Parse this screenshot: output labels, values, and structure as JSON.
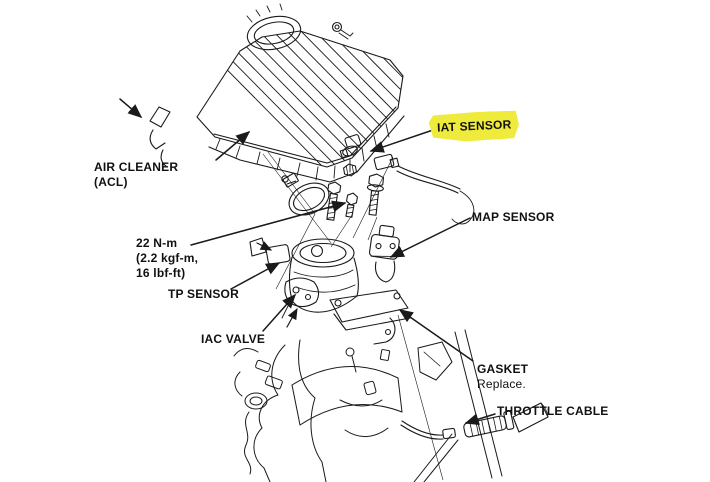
{
  "page": {
    "background": "#ffffff"
  },
  "diagram": {
    "type": "exploded parts diagram - throttle body / air cleaner assembly",
    "line_color": "#1a1a1a",
    "highlight_color": "#efeb3d",
    "labels": {
      "air_cleaner_line1": "AIR CLEANER",
      "air_cleaner_line2": "(ACL)",
      "iat_sensor": "IAT SENSOR",
      "torque_line1": "22 N-m",
      "torque_line2": "(2.2 kgf-m,",
      "torque_line3": "16 lbf-ft)",
      "tp_sensor": "TP SENSOR",
      "iac_valve": "IAC VALVE",
      "map_sensor": "MAP SENSOR",
      "gasket_line1": "GASKET",
      "gasket_line2": "Replace.",
      "throttle_cable": "THROTTLE CABLE"
    }
  }
}
